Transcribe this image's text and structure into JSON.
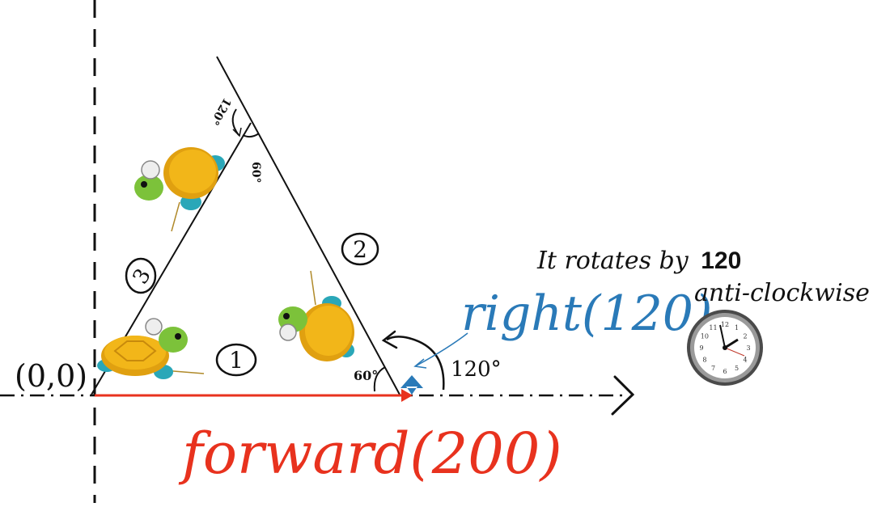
{
  "origin_label": "(0,0)",
  "side_labels": [
    "1",
    "2",
    "3"
  ],
  "angles": {
    "bottom_left_inner": "60°",
    "top_inner": "60°",
    "top_outer": "120°",
    "exterior": "120°"
  },
  "commands": {
    "forward": "forward(200)",
    "right": "right(120)"
  },
  "note": {
    "line1_prefix": "It rotates by",
    "line1_value": "120",
    "line2": "anti-clockwise"
  },
  "clock_numbers": [
    "12",
    "1",
    "2",
    "3",
    "4",
    "5",
    "6",
    "7",
    "8",
    "9",
    "10",
    "11"
  ],
  "colors": {
    "forward": "#e8321e",
    "right": "#2a7ab8",
    "ink": "#111111",
    "turtle_shell": "#f2b619",
    "turtle_skin": "#7cc23a",
    "turtle_feet": "#2aa7b8"
  }
}
